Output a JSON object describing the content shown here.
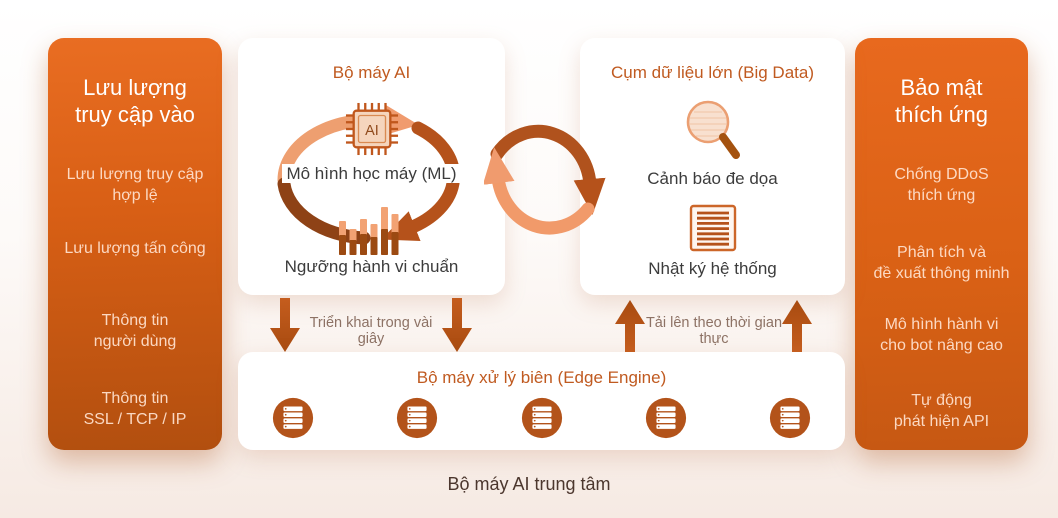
{
  "left_panel": {
    "title": "Lưu lượng\ntruy cập vào",
    "items": [
      {
        "label": "Lưu lượng truy cập\nhợp lệ"
      },
      {
        "label": "Lưu lượng tấn công"
      },
      {
        "label": "Thông tin\nngười dùng"
      },
      {
        "label": "Thông tin\nSSL / TCP / IP"
      }
    ]
  },
  "right_panel": {
    "title": "Bảo mật\nthích ứng",
    "items": [
      {
        "label": "Chống DDoS\nthích ứng"
      },
      {
        "label": "Phân tích và\nđề xuất thông minh"
      },
      {
        "label": "Mô hình hành vi\ncho bot nâng cao"
      },
      {
        "label": "Tự động\nphát hiện API"
      }
    ]
  },
  "ai_card": {
    "title": "Bộ máy AI",
    "chip_label": "AI",
    "ml_label": "Mô hình học máy (ML)",
    "baseline_label": "Ngưỡng hành vi chuẩn"
  },
  "bigdata_card": {
    "title": "Cụm dữ liệu lớn (Big Data)",
    "threat_label": "Cảnh báo đe dọa",
    "syslog_label": "Nhật ký hệ thống"
  },
  "edge_card": {
    "title": "Bộ máy xử lý biên (Edge Engine)",
    "server_count": 5
  },
  "flow_labels": {
    "deploy": "Triển khai trong vài giây",
    "upload": "Tải lên theo thời gian thực"
  },
  "caption": "Bộ máy AI trung tâm",
  "icons": {
    "ai_chip": "ai-chip-icon",
    "bar_chart": "bar-chart-icon",
    "cycle": "cycle-arrows-icon",
    "magnifier": "magnifier-icon",
    "system_log": "document-lines-icon",
    "server": "server-icon",
    "arrow_down": "arrow-down-icon",
    "arrow_up": "arrow-up-icon"
  },
  "colors": {
    "panel_orange_top": "#e8691e",
    "panel_orange_bottom": "#b24f0f",
    "accent_orange": "#c05a20",
    "arrow_dark": "#b5521b",
    "arrow_light": "#f09b6e",
    "arrow_brown": "#8e4216",
    "text_dark": "#3c3c3c",
    "label_muted": "#8d7265",
    "caption_text": "#4c372e"
  }
}
